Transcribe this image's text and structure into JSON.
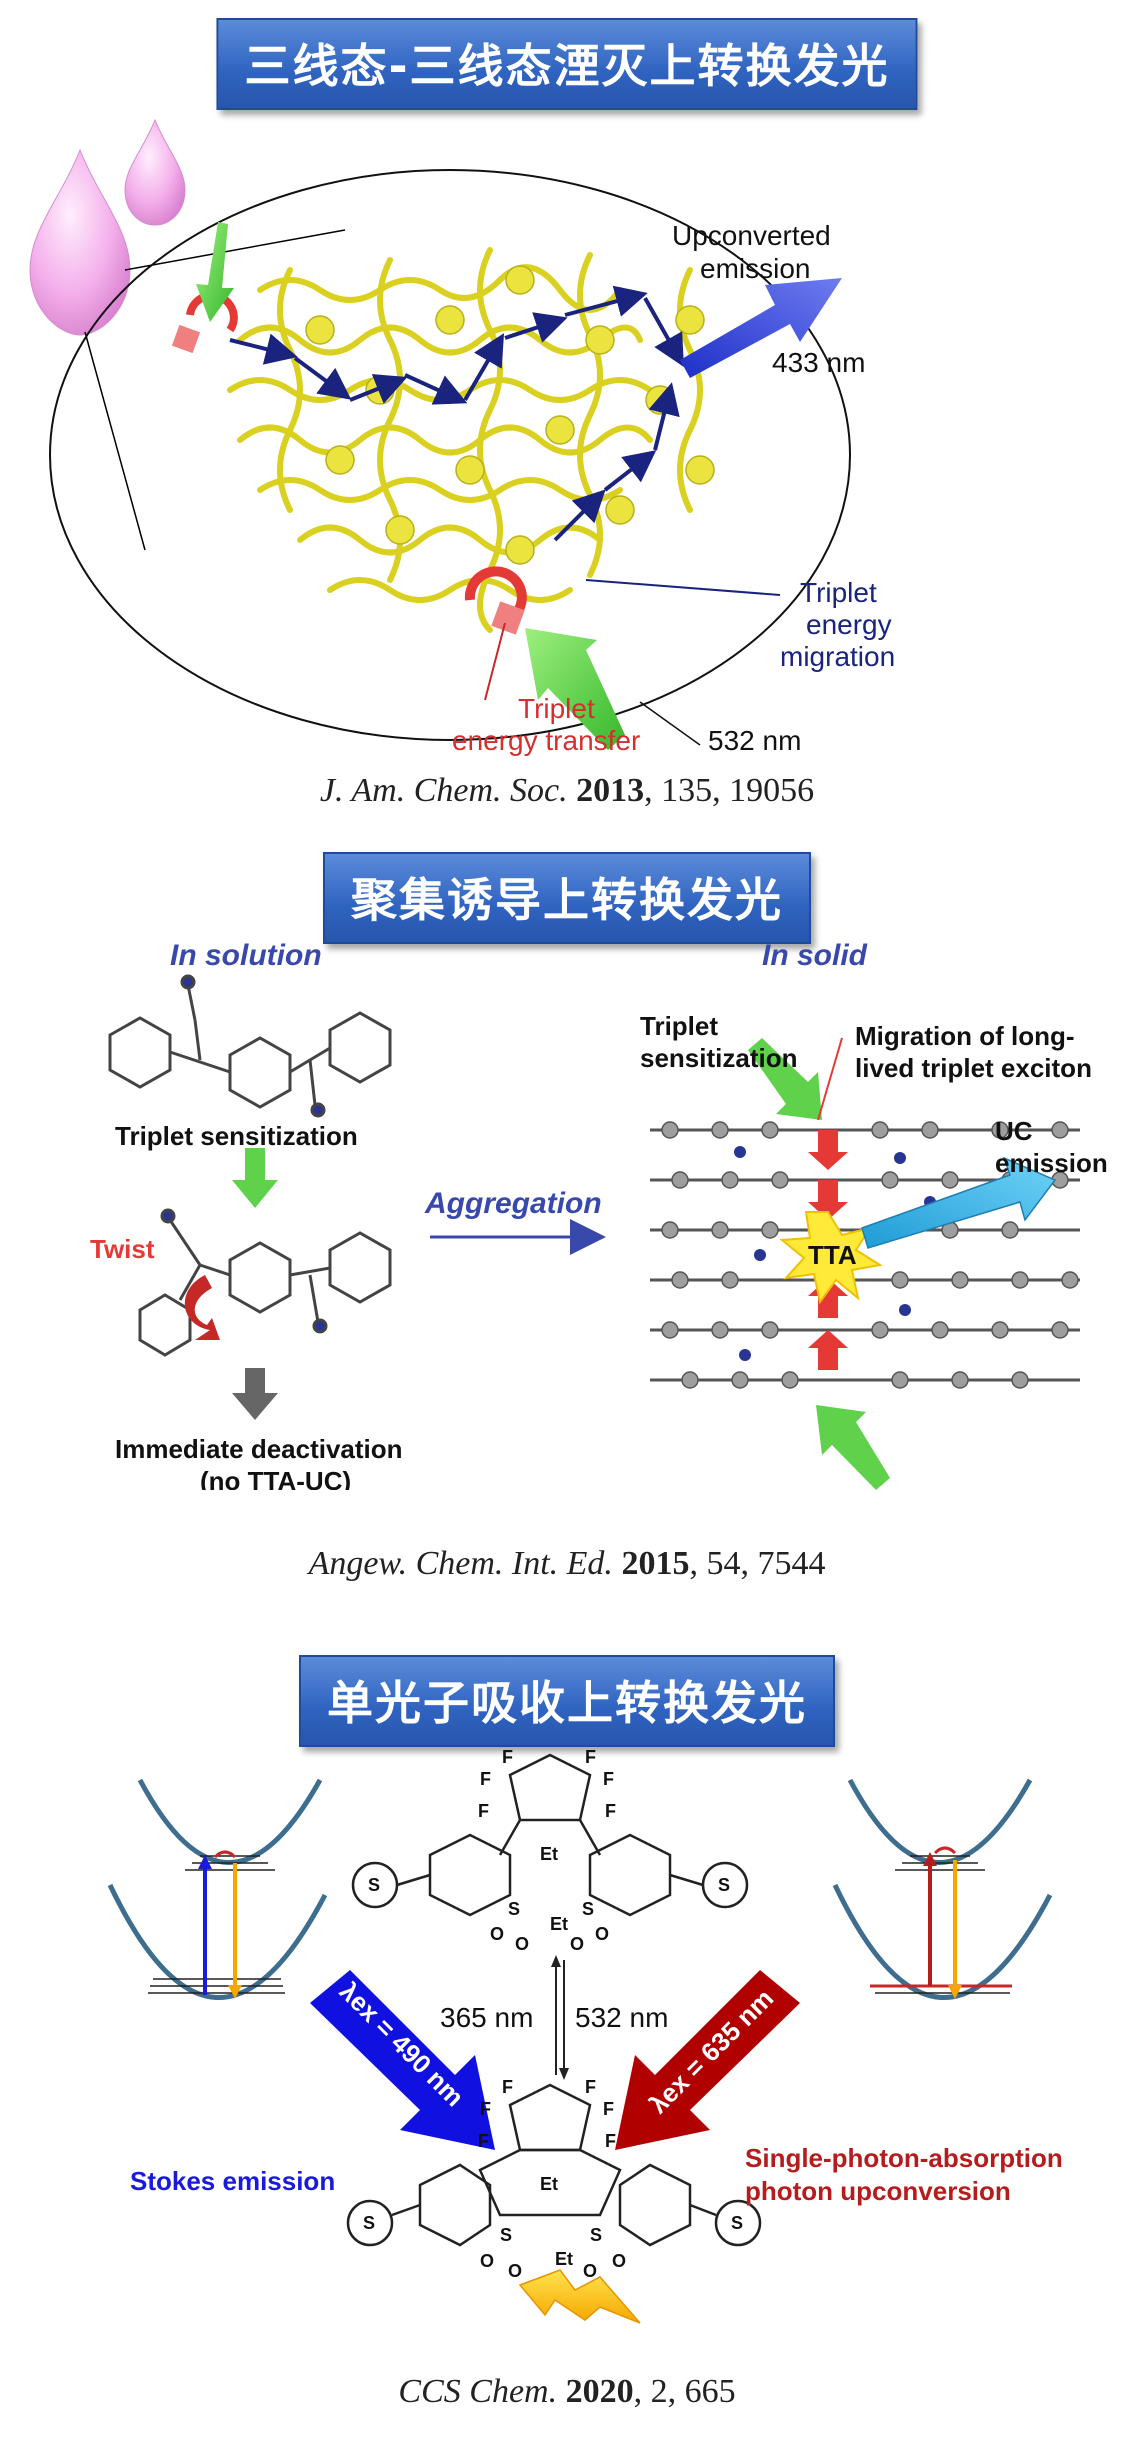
{
  "sections": [
    {
      "title": "三线态-三线态湮灭上转换发光",
      "labels": {
        "upconverted_1": "Upconverted",
        "upconverted_2": "emission",
        "wavelength_emit": "433 nm",
        "migration_1": "Triplet",
        "migration_2": "energy",
        "migration_3": "migration",
        "transfer_1": "Triplet",
        "transfer_2": "energy transfer",
        "wavelength_exc": "532 nm"
      },
      "citation": {
        "journal": "J. Am. Chem. Soc.",
        "year": "2013",
        "rest": ", 135, 19056"
      }
    },
    {
      "title": "聚集诱导上转换发光",
      "labels": {
        "in_solution": "In solution",
        "in_solid": "In solid",
        "triplet_sens": "Triplet sensitization",
        "twist": "Twist",
        "deact_1": "Immediate deactivation",
        "deact_2": "(no TTA-UC)",
        "aggregation": "Aggregation",
        "solid_sens_1": "Triplet",
        "solid_sens_2": "sensitization",
        "migration_1": "Migration of long-",
        "migration_2": "lived triplet exciton",
        "uc_1": "UC",
        "uc_2": "emission",
        "tta": "TTA"
      },
      "citation": {
        "journal": "Angew. Chem. Int. Ed.",
        "year": "2015",
        "rest": ", 54, 7544"
      }
    },
    {
      "title": "单光子吸收上转换发光",
      "labels": {
        "nm365": "365 nm",
        "nm532": "532 nm",
        "lambda_490": "λex = 490 nm",
        "lambda_635": "λex = 635 nm",
        "stokes": "Stokes emission",
        "sp_1": "Single-photon-absorption",
        "sp_2": "photon upconversion",
        "et": "Et",
        "f": "F",
        "s": "S",
        "o": "O"
      },
      "citation": {
        "journal": "CCS Chem.",
        "year": "2020",
        "rest": ", 2, 665"
      }
    }
  ],
  "colors": {
    "title_bg": "#2f63c0",
    "yellow_molecule": "#e6e23a",
    "arrow_navy": "#1a237e",
    "green_arrow": "#5fd14a",
    "red": "#e53935",
    "blue_emit": "#2d3fd6",
    "cyan_emit": "#3bb4e8",
    "stokes_blue": "#1a1adb",
    "dark_red": "#b71c1c"
  }
}
